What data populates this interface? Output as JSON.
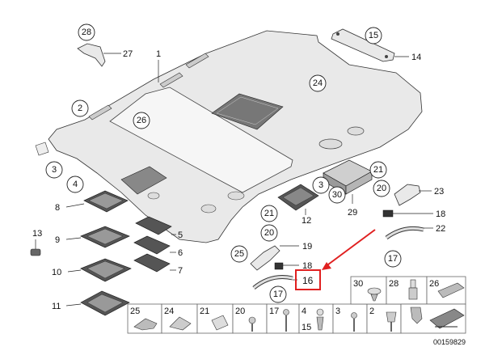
{
  "diagram": {
    "catalog_number": "00159829",
    "highlight_color": "#e02020",
    "callouts": {
      "c28": "28",
      "l27": "27",
      "l1": "1",
      "c15": "15",
      "l14": "14",
      "c24": "24",
      "c2": "2",
      "c26": "26",
      "c3a": "3",
      "c4a": "4",
      "l8": "8",
      "l9": "9",
      "l10": "10",
      "l11": "11",
      "l13": "13",
      "l5": "5",
      "l6": "6",
      "l7": "7",
      "c21a": "21",
      "c20a": "20",
      "l23": "23",
      "l18a": "18",
      "l22": "22",
      "c17a": "17",
      "c3b": "3",
      "c30a": "30",
      "l12": "12",
      "l29": "29",
      "c21b": "21",
      "c20b": "20",
      "c25a": "25",
      "l19": "19",
      "l18b": "18",
      "l16": "16",
      "c17b": "17"
    },
    "legend_bottom": [
      "25",
      "24",
      "21",
      "20",
      "17",
      "4",
      "15",
      "3",
      "2"
    ],
    "legend_top": [
      "30",
      "28",
      "26"
    ]
  }
}
